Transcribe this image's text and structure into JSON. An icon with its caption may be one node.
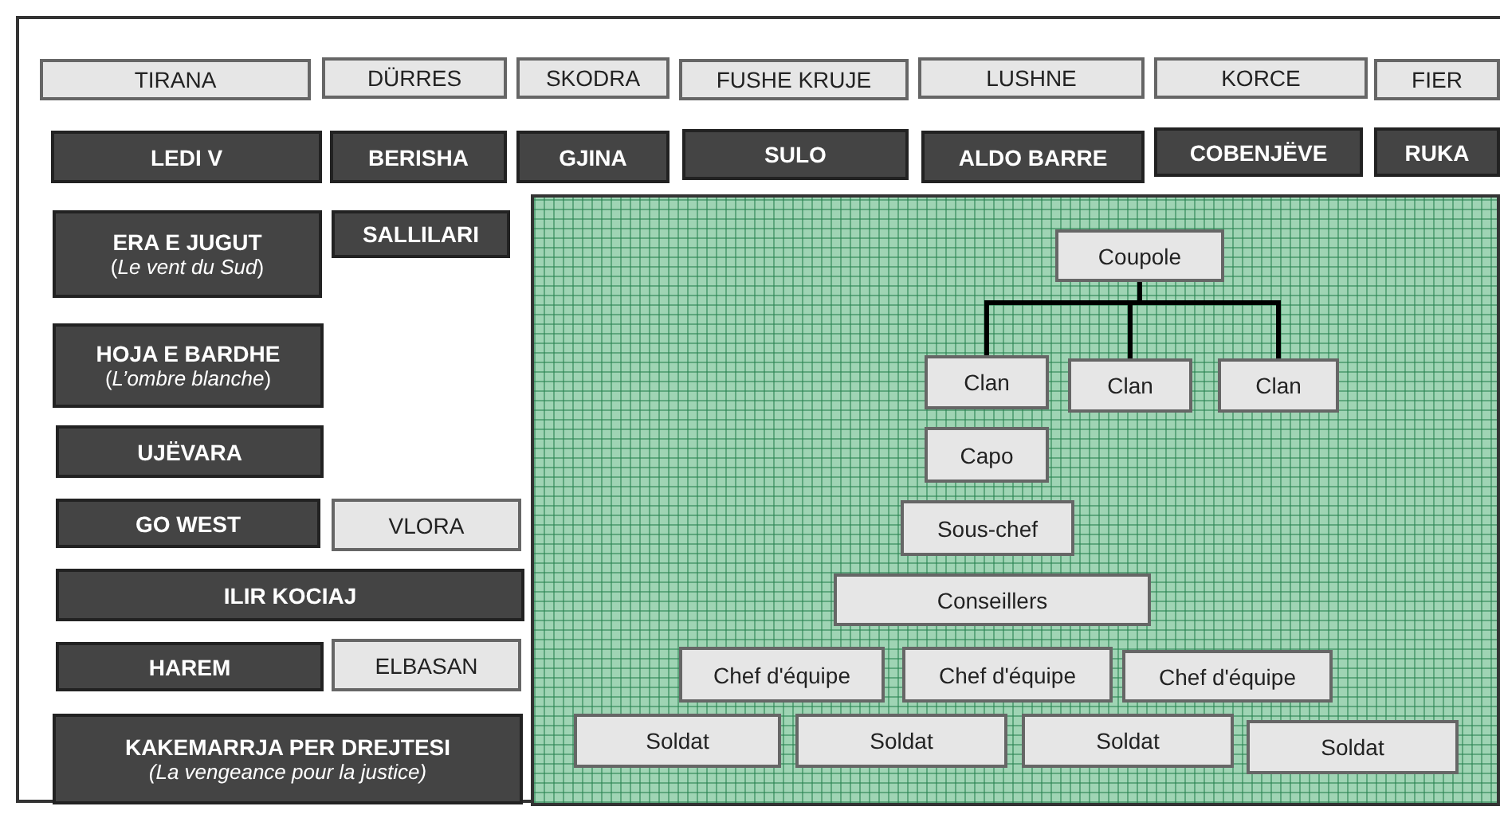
{
  "diagram": {
    "nodes": [
      {
        "text": [
          "TIRANA"
        ]
      },
      {
        "text": [
          "DÜRRES"
        ]
      },
      {
        "text": [
          "SKODRA"
        ]
      },
      {
        "text": [
          "FUSHE KRUJE"
        ]
      },
      {
        "text": [
          "LUSHNE"
        ]
      },
      {
        "text": [
          "KORCE"
        ]
      },
      {
        "text": [
          "FIER"
        ]
      },
      {
        "text": [
          "LEDI V"
        ]
      },
      {
        "text": [
          "BERISHA"
        ]
      },
      {
        "text": [
          "GJINA"
        ]
      },
      {
        "text": [
          "SULO"
        ]
      },
      {
        "text": [
          "ALDO BARRE"
        ]
      },
      {
        "text": [
          "COBENJËVE"
        ]
      },
      {
        "text": [
          "RUKA"
        ]
      },
      {
        "text": [
          "ERA E JUGUT",
          "(*Le vent du Sud*)"
        ]
      },
      {
        "text": [
          "SALLILARI"
        ]
      },
      {
        "text": [
          "HOJA E BARDHE",
          "(*L’ombre blanche*)"
        ]
      },
      {
        "text": [
          "UJËVARA"
        ]
      },
      {
        "text": [
          "GO WEST"
        ]
      },
      {
        "text": [
          "VLORA"
        ]
      },
      {
        "text": [
          "ILIR KOCIAJ"
        ]
      },
      {
        "text": [
          "HAREM"
        ]
      },
      {
        "text": [
          "ELBASAN"
        ]
      },
      {
        "text": [
          "KAKEMARRJA PER DREJTESI",
          "*(La vengeance pour la justice)*"
        ]
      },
      {
        "text": [],
        "shape": "box"
      },
      {
        "text": [
          "Coupole"
        ],
        "in": 24
      },
      {
        "text": [
          "Clan"
        ],
        "in": 24
      },
      {
        "text": [
          "Clan"
        ],
        "in": 24
      },
      {
        "text": [
          "Clan"
        ],
        "in": 24
      },
      {
        "text": [
          "Capo"
        ],
        "in": 24
      },
      {
        "text": [
          "Sous-chef"
        ],
        "in": 24
      },
      {
        "text": [
          "Conseillers"
        ],
        "in": 24
      },
      {
        "text": [
          "Chef d'équipe"
        ],
        "in": 24
      },
      {
        "text": [
          "Chef d'équipe"
        ],
        "in": 24
      },
      {
        "text": [
          "Chef d'équipe"
        ],
        "in": 24
      },
      {
        "text": [
          "Soldat"
        ],
        "in": 24
      },
      {
        "text": [
          "Soldat"
        ],
        "in": 24
      },
      {
        "text": [
          "Soldat"
        ],
        "in": 24
      },
      {
        "text": [
          "Soldat"
        ],
        "in": 24
      }
    ],
    "edges": [
      {
        "from": 25,
        "to": 26,
        "arrow": "none"
      },
      {
        "from": 25,
        "to": 27,
        "arrow": "none"
      },
      {
        "from": 25,
        "to": 28,
        "arrow": "none"
      }
    ]
  }
}
